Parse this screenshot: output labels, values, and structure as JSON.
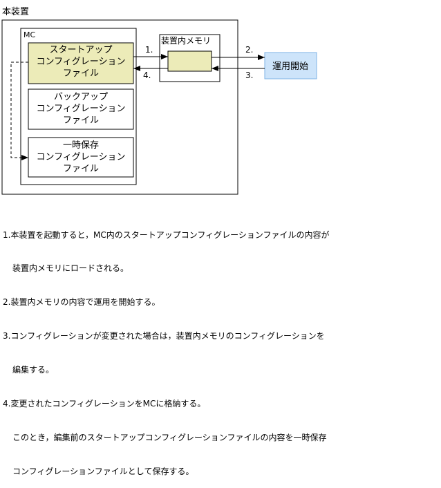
{
  "diagram": {
    "device_label": "本装置",
    "mc_label": "MC",
    "memory_label": "装置内メモリ",
    "startup_config": [
      "スタートアップ",
      "コンフィグレーション",
      "ファイル"
    ],
    "backup_config": [
      "バックアップ",
      "コンフィグレーション",
      "ファイル"
    ],
    "temp_config": [
      "一時保存",
      "コンフィグレーション",
      "ファイル"
    ],
    "operation_label": "運用開始",
    "step_labels": {
      "s1": "1.",
      "s2": "2.",
      "s3": "3.",
      "s4": "4."
    },
    "colors": {
      "startup_fill": "#ecebb8",
      "memory_fill": "#ecebb8",
      "operation_fill": "#cde4fa",
      "operation_border": "#7fb3e6",
      "line": "#000000"
    }
  },
  "notes": [
    "1.本装置を起動すると，MC内のスタートアップコンフィグレーションファイルの内容が",
    "装置内メモリにロードされる。",
    "2.装置内メモリの内容で運用を開始する。",
    "3.コンフィグレーションが変更された場合は，装置内メモリのコンフィグレーションを",
    "編集する。",
    "4.変更されたコンフィグレーションをMCに格納する。",
    "このとき，編集前のスタートアップコンフィグレーションファイルの内容を一時保存",
    "コンフィグレーションファイルとして保存する。"
  ]
}
